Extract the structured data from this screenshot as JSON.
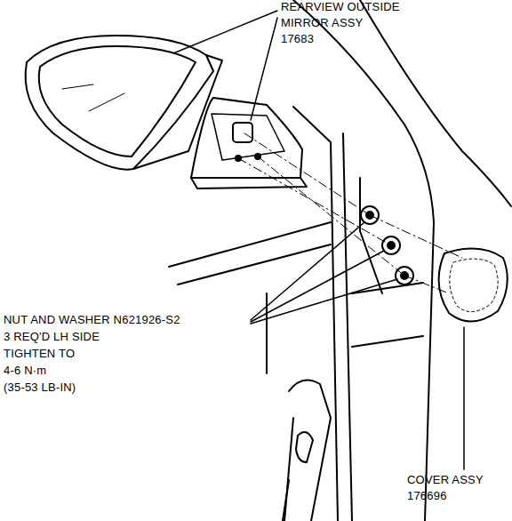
{
  "diagram": {
    "labels": [
      "REARVIEW OUTSIDE",
      "MIRROR ASSY",
      "17683",
      "NUT AND WASHER N621926-S2",
      "3 REQ'D LH SIDE",
      "TIGHTEN TO",
      "4-6 N·m",
      "(35-53 LB-IN)",
      "COVER ASSY",
      "176696"
    ]
  }
}
